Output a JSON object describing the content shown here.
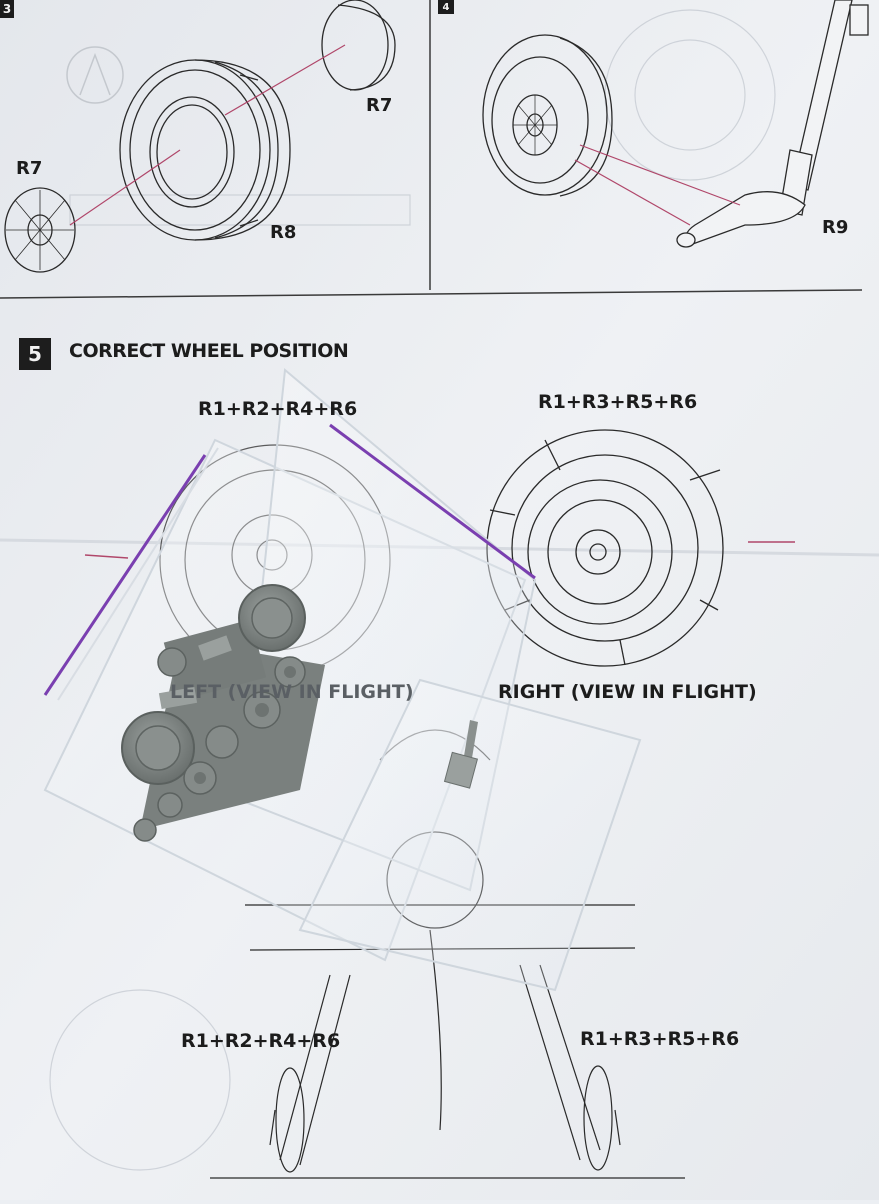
{
  "photo": {
    "subject": "instruction sheet with resin wheel parts in zip bags",
    "colors": {
      "paper": "#eceff3",
      "ink": "#2a2a2a",
      "leader": "#b0476a",
      "resin": "#7c8280",
      "bag_edge": "#7a3fb0"
    }
  },
  "sheet": {
    "step3": {
      "number": "3"
    },
    "step4": {
      "number": "4"
    },
    "step5": {
      "number": "5",
      "title": "CORRECT WHEEL POSITION"
    },
    "top_left_labels": {
      "r7_left": "R7",
      "r7_right": "R7",
      "r8": "R8"
    },
    "top_right_labels": {
      "r9": "R9"
    },
    "left_wheel_combo": "R1+R2+R4+R6",
    "right_wheel_combo": "R1+R3+R5+R6",
    "left_view_caption": "LEFT (VIEW IN FLIGHT)",
    "right_view_caption": "RIGHT (VIEW IN FLIGHT)",
    "bottom_left_combo": "R1+R2+R4+R6",
    "bottom_right_combo": "R1+R3+R5+R6"
  }
}
